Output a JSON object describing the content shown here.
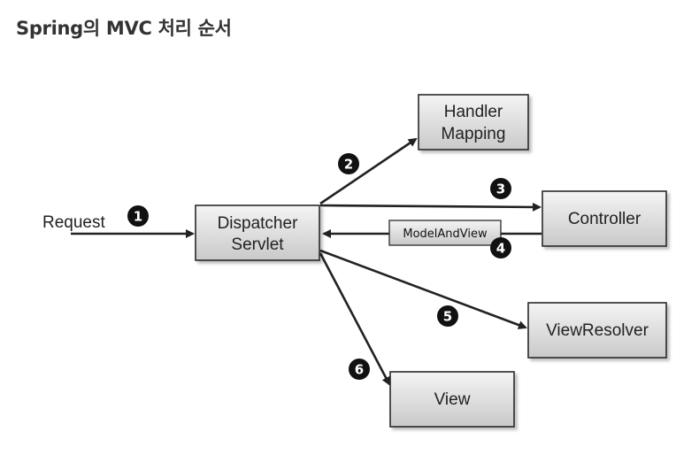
{
  "title": "Spring의 MVC 처리 순서",
  "request_label": "Request",
  "nodes": {
    "dispatcher": [
      "Dispatcher",
      "Servlet"
    ],
    "handler_mapping": [
      "Handler",
      "Mapping"
    ],
    "controller": [
      "Controller"
    ],
    "view_resolver": [
      "ViewResolver"
    ],
    "view": [
      "View"
    ]
  },
  "return_label": "ModelAndView",
  "steps": [
    "1",
    "2",
    "3",
    "4",
    "5",
    "6"
  ],
  "colors": {
    "box_fill_light": "#f4f4f4",
    "box_fill_dark": "#c9c9c9",
    "line": "#222222",
    "badge": "#111111"
  }
}
